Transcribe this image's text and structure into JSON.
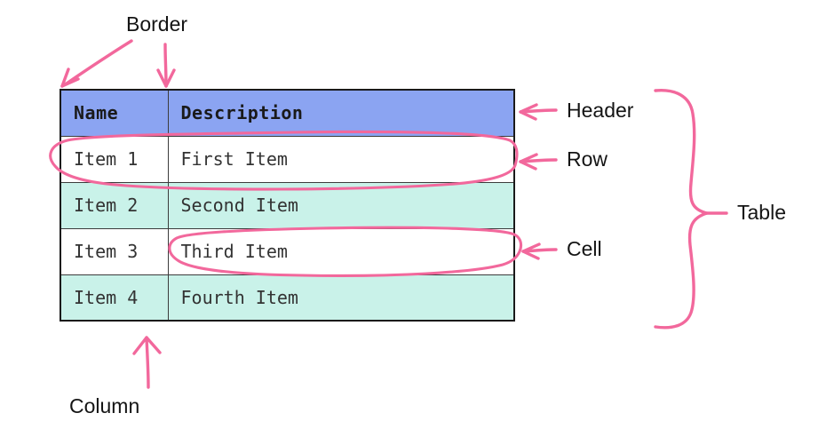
{
  "diagram": {
    "title_text": "Table anatomy annotated diagram",
    "ink_color": "#f2689c",
    "header_bg": "#8ba4f2",
    "row_alt_bg": "#c9f2e9",
    "row_bg": "#ffffff",
    "border_color": "#1a1a1a",
    "text_color": "#141414"
  },
  "table": {
    "columns": [
      "Name",
      "Description"
    ],
    "rows": [
      {
        "name": "Item 1",
        "description": "First Item"
      },
      {
        "name": "Item 2",
        "description": "Second Item"
      },
      {
        "name": "Item 3",
        "description": "Third Item"
      },
      {
        "name": "Item 4",
        "description": "Fourth Item"
      }
    ]
  },
  "annotations": {
    "border": "Border",
    "header": "Header",
    "row": "Row",
    "cell": "Cell",
    "table": "Table",
    "column": "Column"
  }
}
